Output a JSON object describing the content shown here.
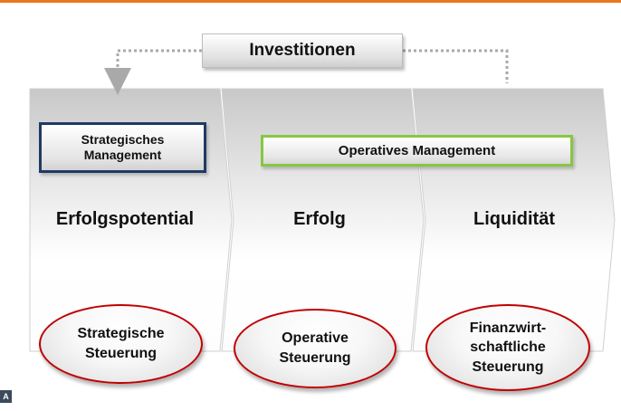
{
  "investitionen": "Investitionen",
  "strategisches_management": "Strategisches Management",
  "operatives_management": "Operatives Management",
  "stages": [
    {
      "title": "Erfolgspotential",
      "steuerung": "Strategische Steuerung"
    },
    {
      "title": "Erfolg",
      "steuerung": "Operative Steuerung"
    },
    {
      "title": "Liquidität",
      "steuerung": "Finanzwirt-schaftliche Steuerung"
    }
  ],
  "corner_mark": "A",
  "colors": {
    "accent_rule": "#e8781e",
    "strategic_border": "#1f3a63",
    "operative_border": "#86c740",
    "oval_border": "#c00000"
  }
}
